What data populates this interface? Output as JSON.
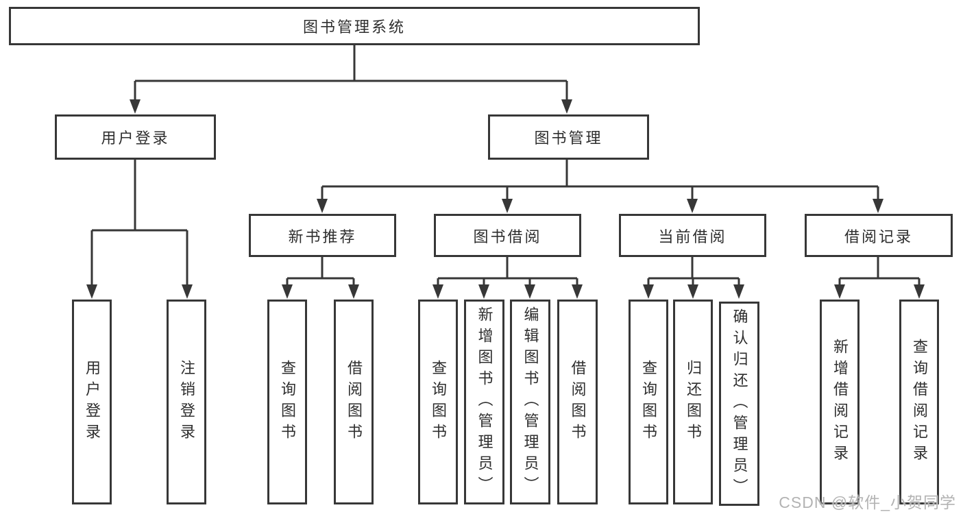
{
  "diagram": {
    "title": "图书管理系统",
    "level2": [
      {
        "label": "用户登录"
      },
      {
        "label": "图书管理"
      }
    ],
    "level3": [
      {
        "label": "新书推荐",
        "parent": "图书管理"
      },
      {
        "label": "图书借阅",
        "parent": "图书管理"
      },
      {
        "label": "当前借阅",
        "parent": "图书管理"
      },
      {
        "label": "借阅记录",
        "parent": "图书管理"
      }
    ],
    "leaves": [
      {
        "label": "用户登录",
        "parent": "用户登录"
      },
      {
        "label": "注销登录",
        "parent": "用户登录"
      },
      {
        "label": "查询图书",
        "parent": "新书推荐"
      },
      {
        "label": "借阅图书",
        "parent": "新书推荐"
      },
      {
        "label": "查询图书",
        "parent": "图书借阅"
      },
      {
        "label": "新增图书（管理员）",
        "parent": "图书借阅"
      },
      {
        "label": "编辑图书（管理员）",
        "parent": "图书借阅"
      },
      {
        "label": "借阅图书",
        "parent": "图书借阅"
      },
      {
        "label": "查询图书",
        "parent": "当前借阅"
      },
      {
        "label": "归还图书",
        "parent": "当前借阅"
      },
      {
        "label": "确认归还（管理员）",
        "parent": "当前借阅"
      },
      {
        "label": "新增借阅记录",
        "parent": "借阅记录"
      },
      {
        "label": "查询借阅记录",
        "parent": "借阅记录"
      }
    ],
    "colors": {
      "line": "#373737",
      "box_border": "#373737",
      "box_background": "#ffffff",
      "text": "#2e2e2e",
      "watermark": "#b3b3b3"
    }
  },
  "watermark": "CSDN @软件_小贺同学"
}
